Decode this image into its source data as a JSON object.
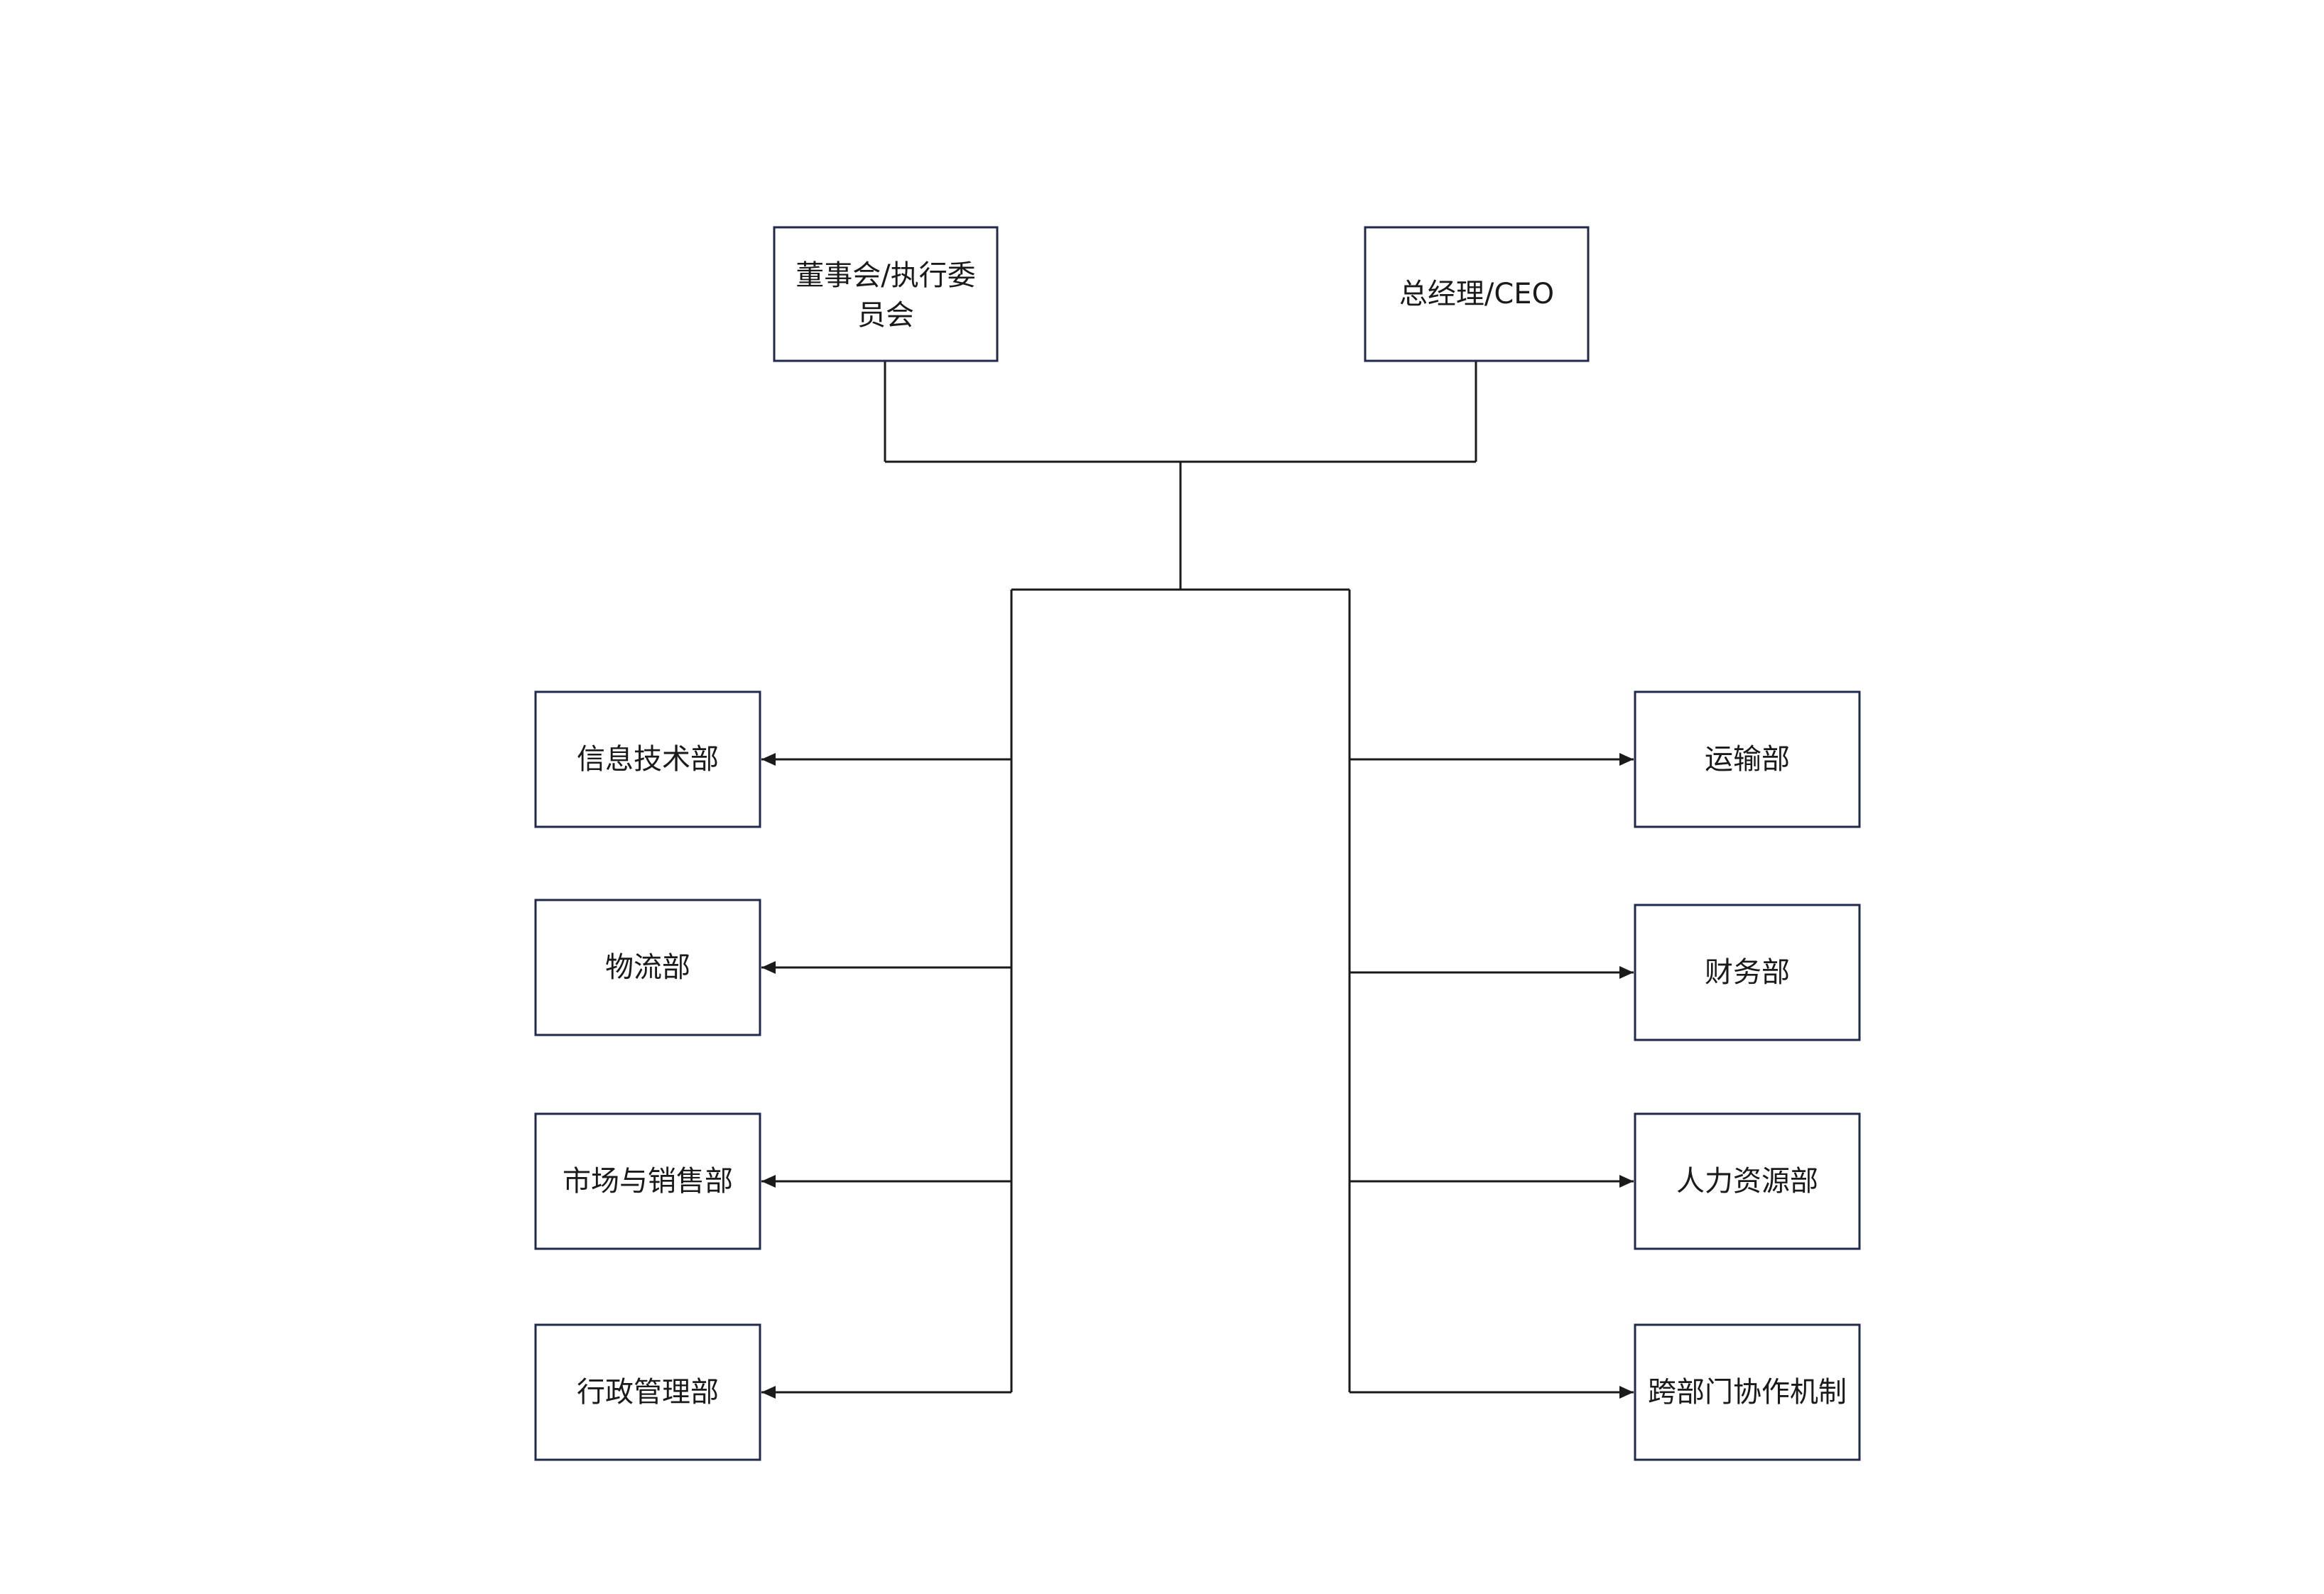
{
  "diagram": {
    "colors": {
      "node_border": "#1f2a4d",
      "line": "#1a1a1a",
      "text": "#1a1a1a",
      "background": "#ffffff"
    },
    "top_nodes": [
      {
        "id": "board",
        "label_lines": [
          "董事会/执行委",
          "员会"
        ]
      },
      {
        "id": "ceo",
        "label_lines": [
          "总经理/CEO"
        ]
      }
    ],
    "left_departments": [
      {
        "id": "it",
        "label": "信息技术部"
      },
      {
        "id": "logistics",
        "label": "物流部"
      },
      {
        "id": "marketing",
        "label": "市场与销售部"
      },
      {
        "id": "admin",
        "label": "行政管理部"
      }
    ],
    "right_departments": [
      {
        "id": "transport",
        "label": "运输部"
      },
      {
        "id": "finance",
        "label": "财务部"
      },
      {
        "id": "hr",
        "label": "人力资源部"
      },
      {
        "id": "coop",
        "label": "跨部门协作机制"
      }
    ]
  }
}
